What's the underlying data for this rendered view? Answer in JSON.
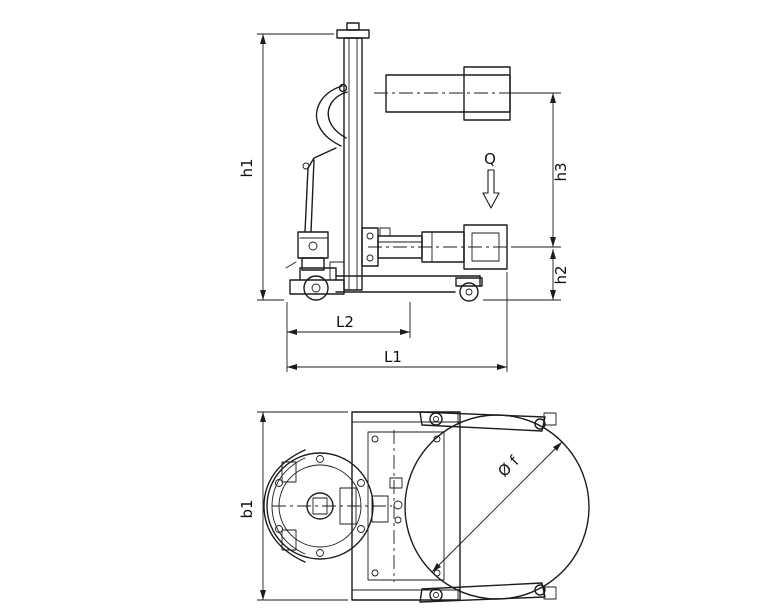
{
  "drawing": {
    "labels": {
      "h1": "h1",
      "h2": "h2",
      "h3": "h3",
      "q": "Q",
      "l1": "L1",
      "l2": "L2",
      "b1": "b1",
      "phi_f": "Ø f"
    },
    "colors": {
      "line": "#1c1c1c",
      "background": "#ffffff"
    }
  }
}
